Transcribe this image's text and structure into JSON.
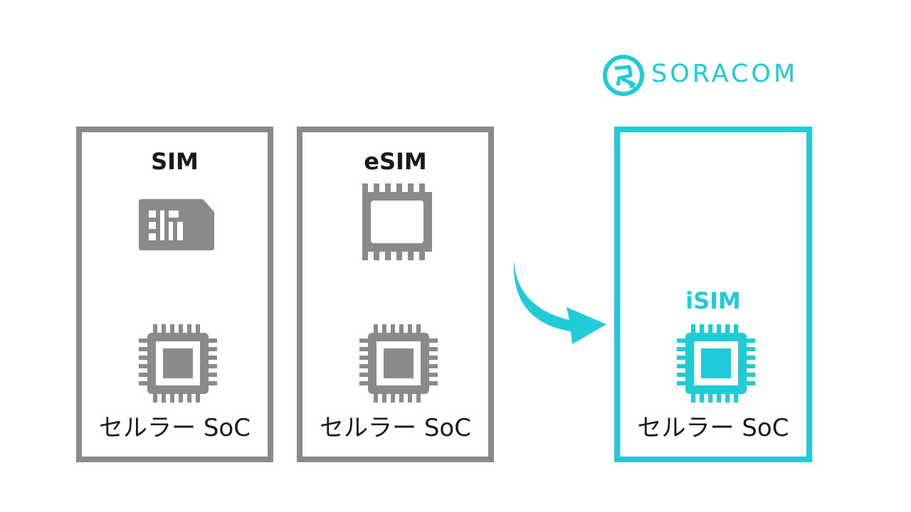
{
  "logo": {
    "text": "SORACOM"
  },
  "panels": [
    {
      "title": "SIM",
      "caption": "セルラー SoC"
    },
    {
      "title": "eSIM",
      "caption": "セルラー SoC"
    },
    {
      "title": "iSIM",
      "caption": "セルラー SoC"
    }
  ],
  "colors": {
    "gray": "#8a8a8a",
    "accent": "#1ecbd6",
    "text": "#1a1a1a"
  },
  "icons": [
    "sim-card-icon",
    "esim-chip-icon",
    "soc-chip-icon",
    "soracom-logo-icon",
    "curved-arrow-icon"
  ]
}
